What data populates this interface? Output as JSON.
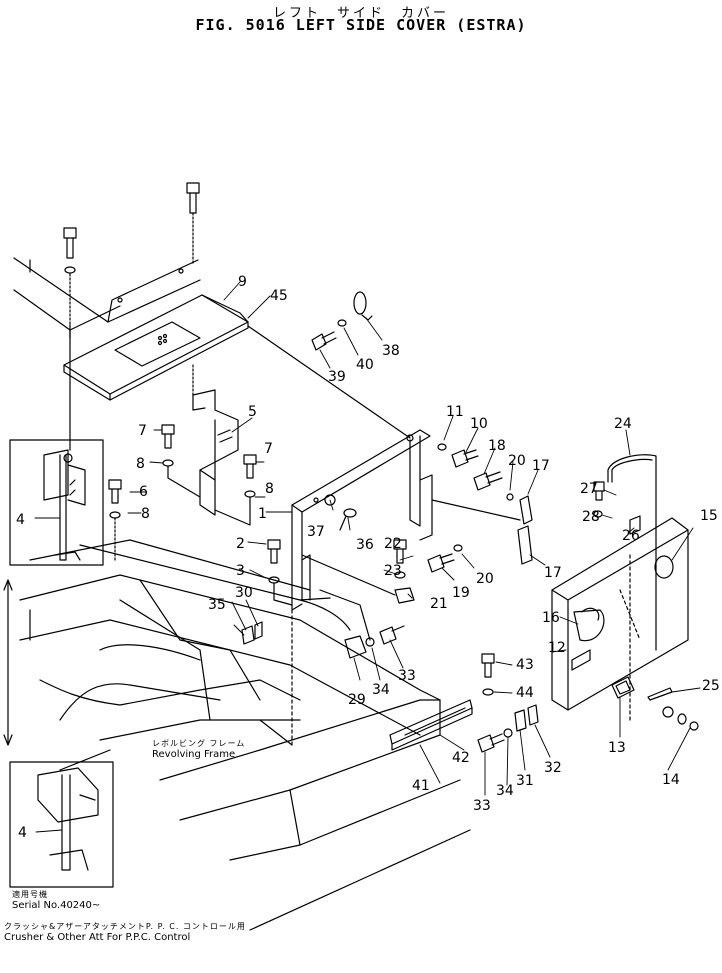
{
  "title_jp": "レフト　サイド　カバー",
  "title_en": "FIG. 5016   LEFT SIDE COVER (ESTRA)",
  "frame_label_jp": "レボルビング フレーム",
  "frame_label_en": "Revolving Frame",
  "serial_label_jp": "適用号機",
  "serial_label_en": "Serial No.40240~",
  "crusher_label_jp": "クラッシャ&アザーアタッチメントP. P. C. コントロール用",
  "crusher_label_en": "Crusher & Other Att For P.P.C. Control",
  "callouts": [
    {
      "id": "c1",
      "text": "1"
    },
    {
      "id": "c2",
      "text": "2"
    },
    {
      "id": "c3",
      "text": "3"
    },
    {
      "id": "c4a",
      "text": "4"
    },
    {
      "id": "c4b",
      "text": "4"
    },
    {
      "id": "c5",
      "text": "5"
    },
    {
      "id": "c6",
      "text": "6"
    },
    {
      "id": "c7a",
      "text": "7"
    },
    {
      "id": "c7b",
      "text": "7"
    },
    {
      "id": "c8a",
      "text": "8"
    },
    {
      "id": "c8b",
      "text": "8"
    },
    {
      "id": "c8c",
      "text": "8"
    },
    {
      "id": "c9",
      "text": "9"
    },
    {
      "id": "c10",
      "text": "10"
    },
    {
      "id": "c11",
      "text": "11"
    },
    {
      "id": "c12",
      "text": "12"
    },
    {
      "id": "c13",
      "text": "13"
    },
    {
      "id": "c14",
      "text": "14"
    },
    {
      "id": "c15",
      "text": "15"
    },
    {
      "id": "c16",
      "text": "16"
    },
    {
      "id": "c17a",
      "text": "17"
    },
    {
      "id": "c17b",
      "text": "17"
    },
    {
      "id": "c18",
      "text": "18"
    },
    {
      "id": "c19",
      "text": "19"
    },
    {
      "id": "c20a",
      "text": "20"
    },
    {
      "id": "c20b",
      "text": "20"
    },
    {
      "id": "c21",
      "text": "21"
    },
    {
      "id": "c22",
      "text": "22"
    },
    {
      "id": "c23",
      "text": "23"
    },
    {
      "id": "c24",
      "text": "24"
    },
    {
      "id": "c25",
      "text": "25"
    },
    {
      "id": "c26",
      "text": "26"
    },
    {
      "id": "c27",
      "text": "27"
    },
    {
      "id": "c28",
      "text": "28"
    },
    {
      "id": "c29",
      "text": "29"
    },
    {
      "id": "c30",
      "text": "30"
    },
    {
      "id": "c31",
      "text": "31"
    },
    {
      "id": "c32",
      "text": "32"
    },
    {
      "id": "c33a",
      "text": "33"
    },
    {
      "id": "c33b",
      "text": "33"
    },
    {
      "id": "c34a",
      "text": "34"
    },
    {
      "id": "c34b",
      "text": "34"
    },
    {
      "id": "c35",
      "text": "35"
    },
    {
      "id": "c36",
      "text": "36"
    },
    {
      "id": "c37",
      "text": "37"
    },
    {
      "id": "c38",
      "text": "38"
    },
    {
      "id": "c39",
      "text": "39"
    },
    {
      "id": "c40",
      "text": "40"
    },
    {
      "id": "c41",
      "text": "41"
    },
    {
      "id": "c42",
      "text": "42"
    },
    {
      "id": "c43",
      "text": "43"
    },
    {
      "id": "c44",
      "text": "44"
    },
    {
      "id": "c45",
      "text": "45"
    }
  ]
}
